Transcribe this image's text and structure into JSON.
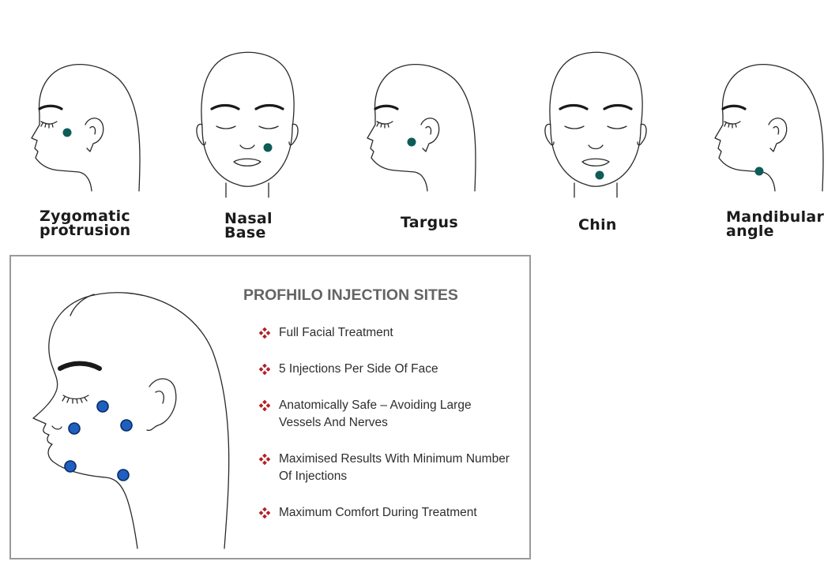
{
  "colors": {
    "site_marker": "#0d5c58",
    "panel_marker_fill": "#1f5fbf",
    "panel_marker_stroke": "#0a2c66",
    "bullet": "#b32025",
    "panel_title": "#646464",
    "panel_border": "#9a9a9a"
  },
  "face_sites": [
    {
      "label": "Zygomatic\nprotrusion",
      "view": "profile",
      "icon": "face-profile-icon"
    },
    {
      "label": "Nasal\nBase",
      "view": "front",
      "icon": "face-front-icon"
    },
    {
      "label": "Targus",
      "view": "profile",
      "icon": "face-profile-icon"
    },
    {
      "label": "Chin",
      "view": "front",
      "icon": "face-front-icon"
    },
    {
      "label": "Mandibular\nangle",
      "view": "profile",
      "icon": "face-profile-icon"
    }
  ],
  "panel": {
    "title": "PROFHILO INJECTION SITES",
    "bullets": [
      "Full Facial Treatment",
      "5 Injections Per Side Of Face",
      "Anatomically Safe – Avoiding Large Vessels And Nerves",
      "Maximised Results With Minimum Number Of Injections",
      "Maximum Comfort During Treatment"
    ],
    "bullet_icon": "four-petal-diamond-icon",
    "head_icon": "head-profile-icon"
  }
}
